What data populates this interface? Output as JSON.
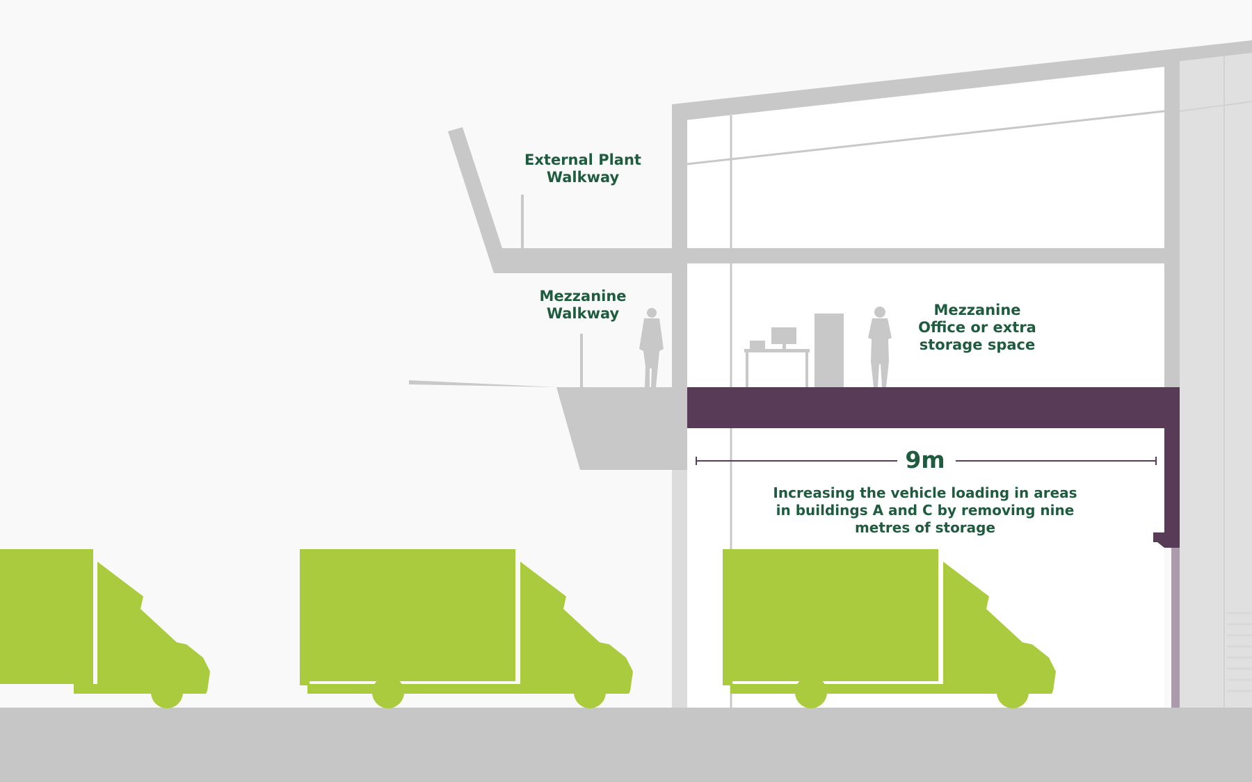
{
  "labels": {
    "external_plant_walkway": [
      "External Plant",
      "Walkway"
    ],
    "mezzanine_walkway": [
      "Mezzanine",
      "Walkway"
    ],
    "mezzanine_office": [
      "Mezzanine",
      "Office or extra",
      "storage space"
    ],
    "dimension": "9m",
    "caption": [
      "Increasing the vehicle loading in areas",
      "in buildings A and C by removing nine",
      "metres of storage"
    ]
  },
  "colors": {
    "background": "#f9f9f9",
    "structure": "#c8c8c8",
    "ground": "#c6c6c6",
    "mezzanine_slab": "#573b57",
    "vehicle": "#aacb3e",
    "text": "#1f5c3f",
    "interior": "#ffffff"
  },
  "icons": [
    "person-icon",
    "desk-icon",
    "computer-monitor-icon",
    "filing-cabinet-icon",
    "delivery-van-icon"
  ]
}
